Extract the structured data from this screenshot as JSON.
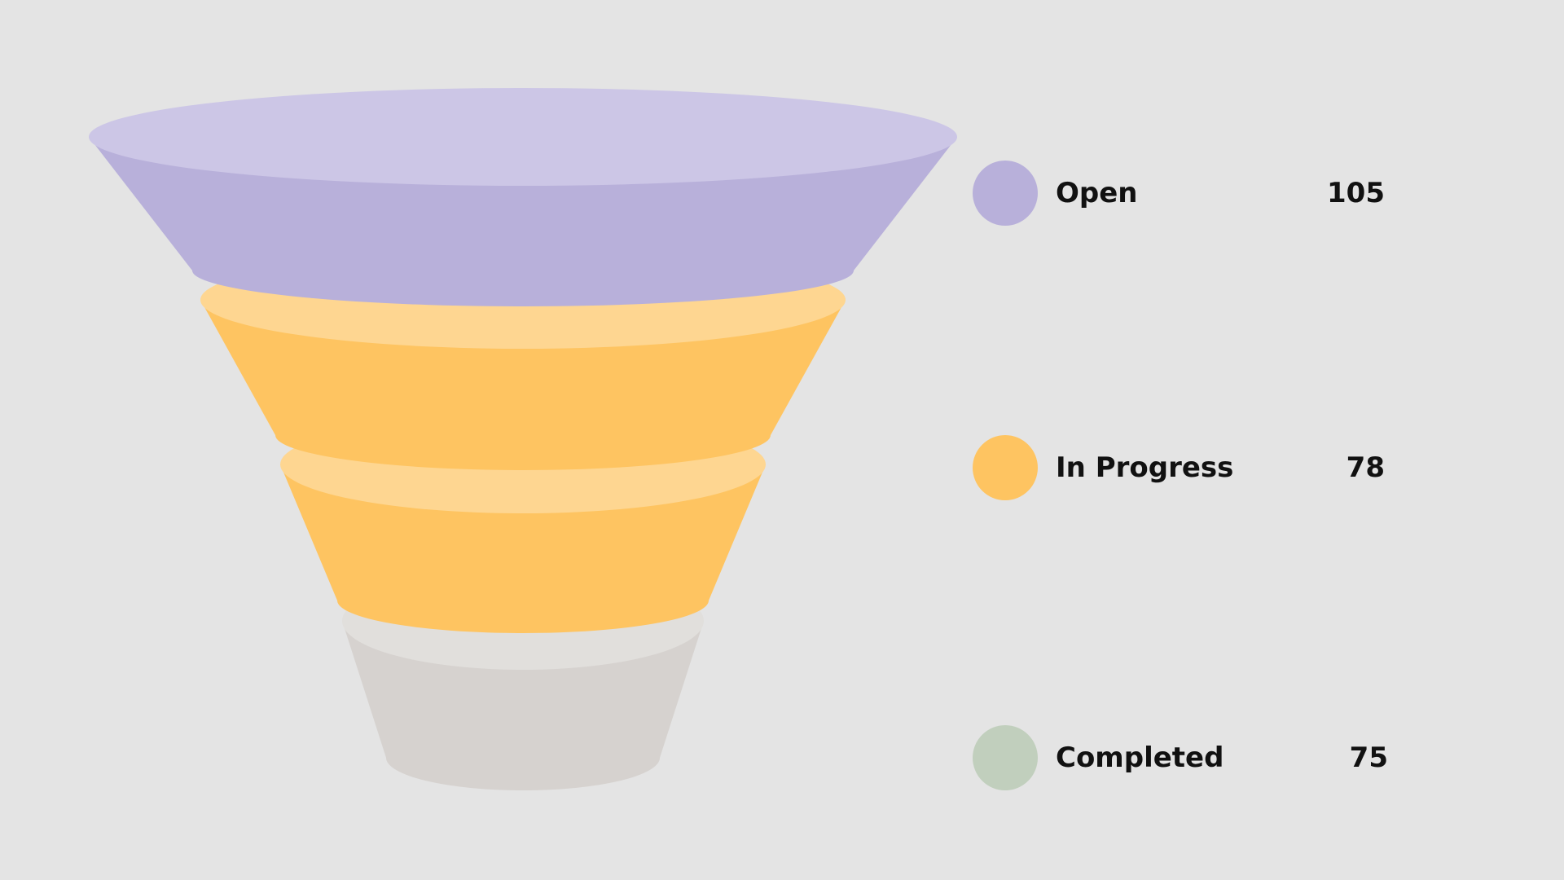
{
  "chart_data": {
    "type": "funnel",
    "title": "",
    "categories": [
      "Open",
      "In Progress",
      "Completed"
    ],
    "values": [
      105,
      78,
      75
    ],
    "legend_position": "right",
    "series": [
      {
        "name": "Open",
        "value": 105,
        "label": "Open",
        "value_label": "105",
        "color": "#b8b0da",
        "top_color": "#ccc6e6"
      },
      {
        "name": "In Progress",
        "value": 78,
        "label": "In Progress",
        "value_label": "78",
        "color": "#fec461",
        "top_color": "#fed691"
      },
      {
        "name": "Completed",
        "value": 75,
        "label": "Completed",
        "value_label": "75",
        "color": "#c1cfbd",
        "body_color": "#d6d2cf",
        "top_color": "#e1dfdc"
      }
    ]
  }
}
